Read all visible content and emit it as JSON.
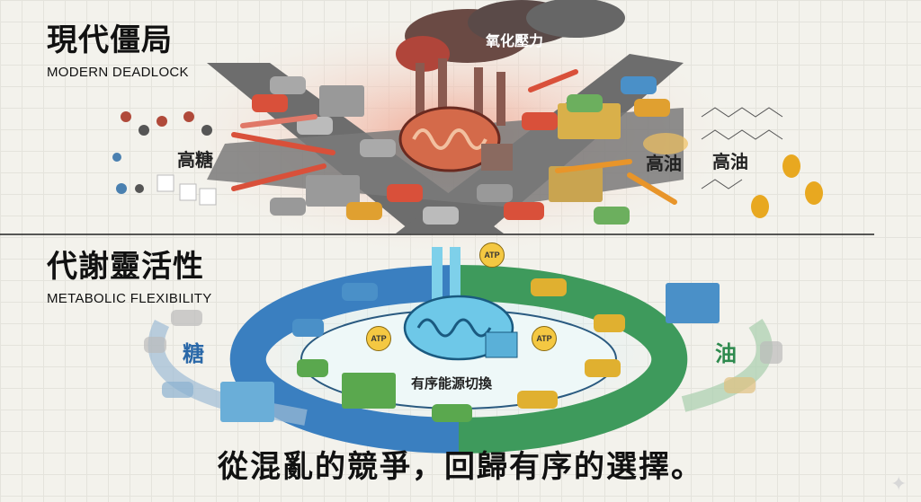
{
  "top_section": {
    "title": "現代僵局",
    "subtitle": "MODERN DEADLOCK",
    "smoke_label": "氧化壓力",
    "sugar_label": "高糖",
    "oil_label_arrow": "高油",
    "oil_label": "高油"
  },
  "bottom_section": {
    "title": "代謝靈活性",
    "subtitle": "METABOLIC FLEXIBILITY",
    "sugar_label": "糖",
    "oil_label": "油",
    "center_label": "有序能源切換",
    "atp_badges": [
      "ATP",
      "ATP",
      "ATP"
    ]
  },
  "caption": "從混亂的競爭，回歸有序的選擇。",
  "colors": {
    "chaos_red": "#d9503a",
    "sugar_blue": "#3a7fc0",
    "oil_green": "#3e9a5c",
    "atp_yellow": "#f4c842"
  }
}
